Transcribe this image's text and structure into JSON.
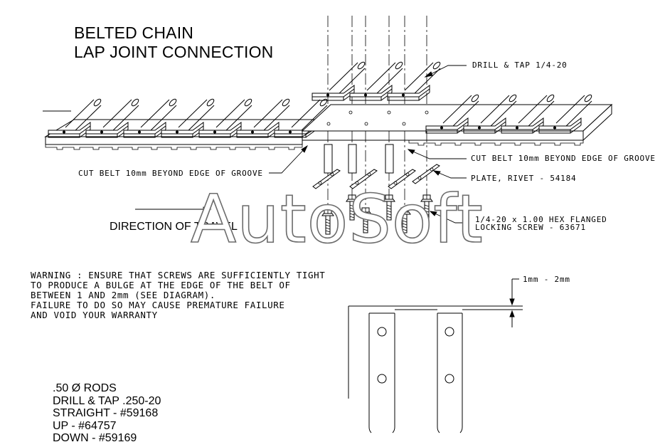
{
  "title": {
    "line1": "BELTED CHAIN",
    "line2": "LAP JOINT CONNECTION"
  },
  "callouts": {
    "drill_tap": "DRILL & TAP 1/4-20",
    "cut_belt_right": "CUT BELT 10mm BEYOND EDGE OF GROOVE",
    "cut_belt_left": "CUT BELT 10mm BEYOND EDGE OF GROOVE",
    "plate_rivet": "PLATE, RIVET - 54184",
    "screw_line1": "1/4-20 x 1.00 HEX FLANGED",
    "screw_line2": "LOCKING SCREW - 63671",
    "gap_dimension": "1mm - 2mm"
  },
  "direction_label": "DIRECTION OF TRAVEL",
  "warning_lines": [
    "WARNING : ENSURE THAT SCREWS ARE SUFFICIENTLY TIGHT",
    "TO PRODUCE A BULGE AT THE EDGE OF THE BELT OF",
    "BETWEEN 1 AND 2mm (SEE DIAGRAM).",
    "FAILURE TO DO SO MAY CAUSE PREMATURE FAILURE",
    "AND VOID YOUR WARRANTY"
  ],
  "rod_specs": [
    ".50 Ø RODS",
    "DRILL & TAP .250-20",
    "STRAIGHT - #59168",
    "UP - #64757",
    "DOWN - #59169"
  ],
  "watermark": "AutoSoft",
  "colors": {
    "line": "#000000",
    "background": "#ffffff",
    "watermark_outline": "#6c6c6c"
  }
}
